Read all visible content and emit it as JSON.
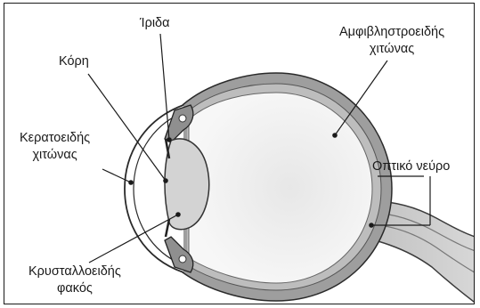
{
  "labels": {
    "iris": "Ίριδα",
    "pupil": "Κόρη",
    "cornea": [
      "Κερατοειδής",
      "χιτώνας"
    ],
    "retina": [
      "Αμφιβληστροειδής",
      "χιτώνας"
    ],
    "optic_nerve": "Οπτικό νεύρο",
    "lens": [
      "Κρυσταλλοειδής",
      "φακός"
    ]
  }
}
